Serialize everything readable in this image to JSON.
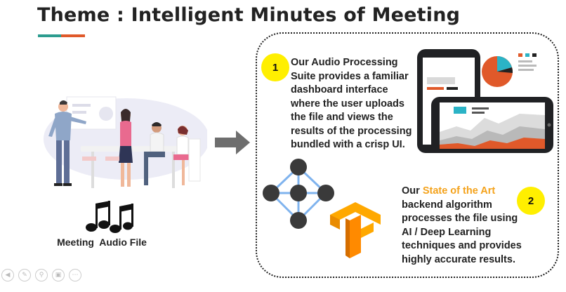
{
  "slide": {
    "title": "Theme : Intelligent Minutes of Meeting",
    "accent_colors": {
      "teal": "#2c9c8f",
      "orange": "#e0592a",
      "badge": "#ffef00",
      "highlight": "#f4a21b"
    },
    "left": {
      "illustration": "meeting-illustration",
      "icon": "music-notes-icon",
      "caption": "Meeting  Audio File"
    },
    "step1": {
      "number": "1",
      "lines": [
        "Our Audio Processing",
        "Suite provides a familiar",
        "dashboard interface",
        "where the user uploads",
        "the file and views the",
        "results of the processing",
        "bundled with  a crisp UI."
      ]
    },
    "step2": {
      "number": "2",
      "lines": [
        {
          "pre": "Our ",
          "highlight": "State of the Art"
        },
        {
          "pre": "backend algorithm"
        },
        {
          "pre": "processes the file using"
        },
        {
          "pre": "AI / Deep Learning"
        },
        {
          "pre": "techniques and provides"
        },
        {
          "pre": "highly accurate results."
        }
      ]
    },
    "icons": [
      "devices-dashboard-icon",
      "neural-network-icon",
      "tensorflow-logo-icon",
      "arrow-right-icon"
    ],
    "toolbar": [
      "prev-icon",
      "pen-icon",
      "zoom-icon",
      "slides-icon",
      "more-icon"
    ]
  }
}
